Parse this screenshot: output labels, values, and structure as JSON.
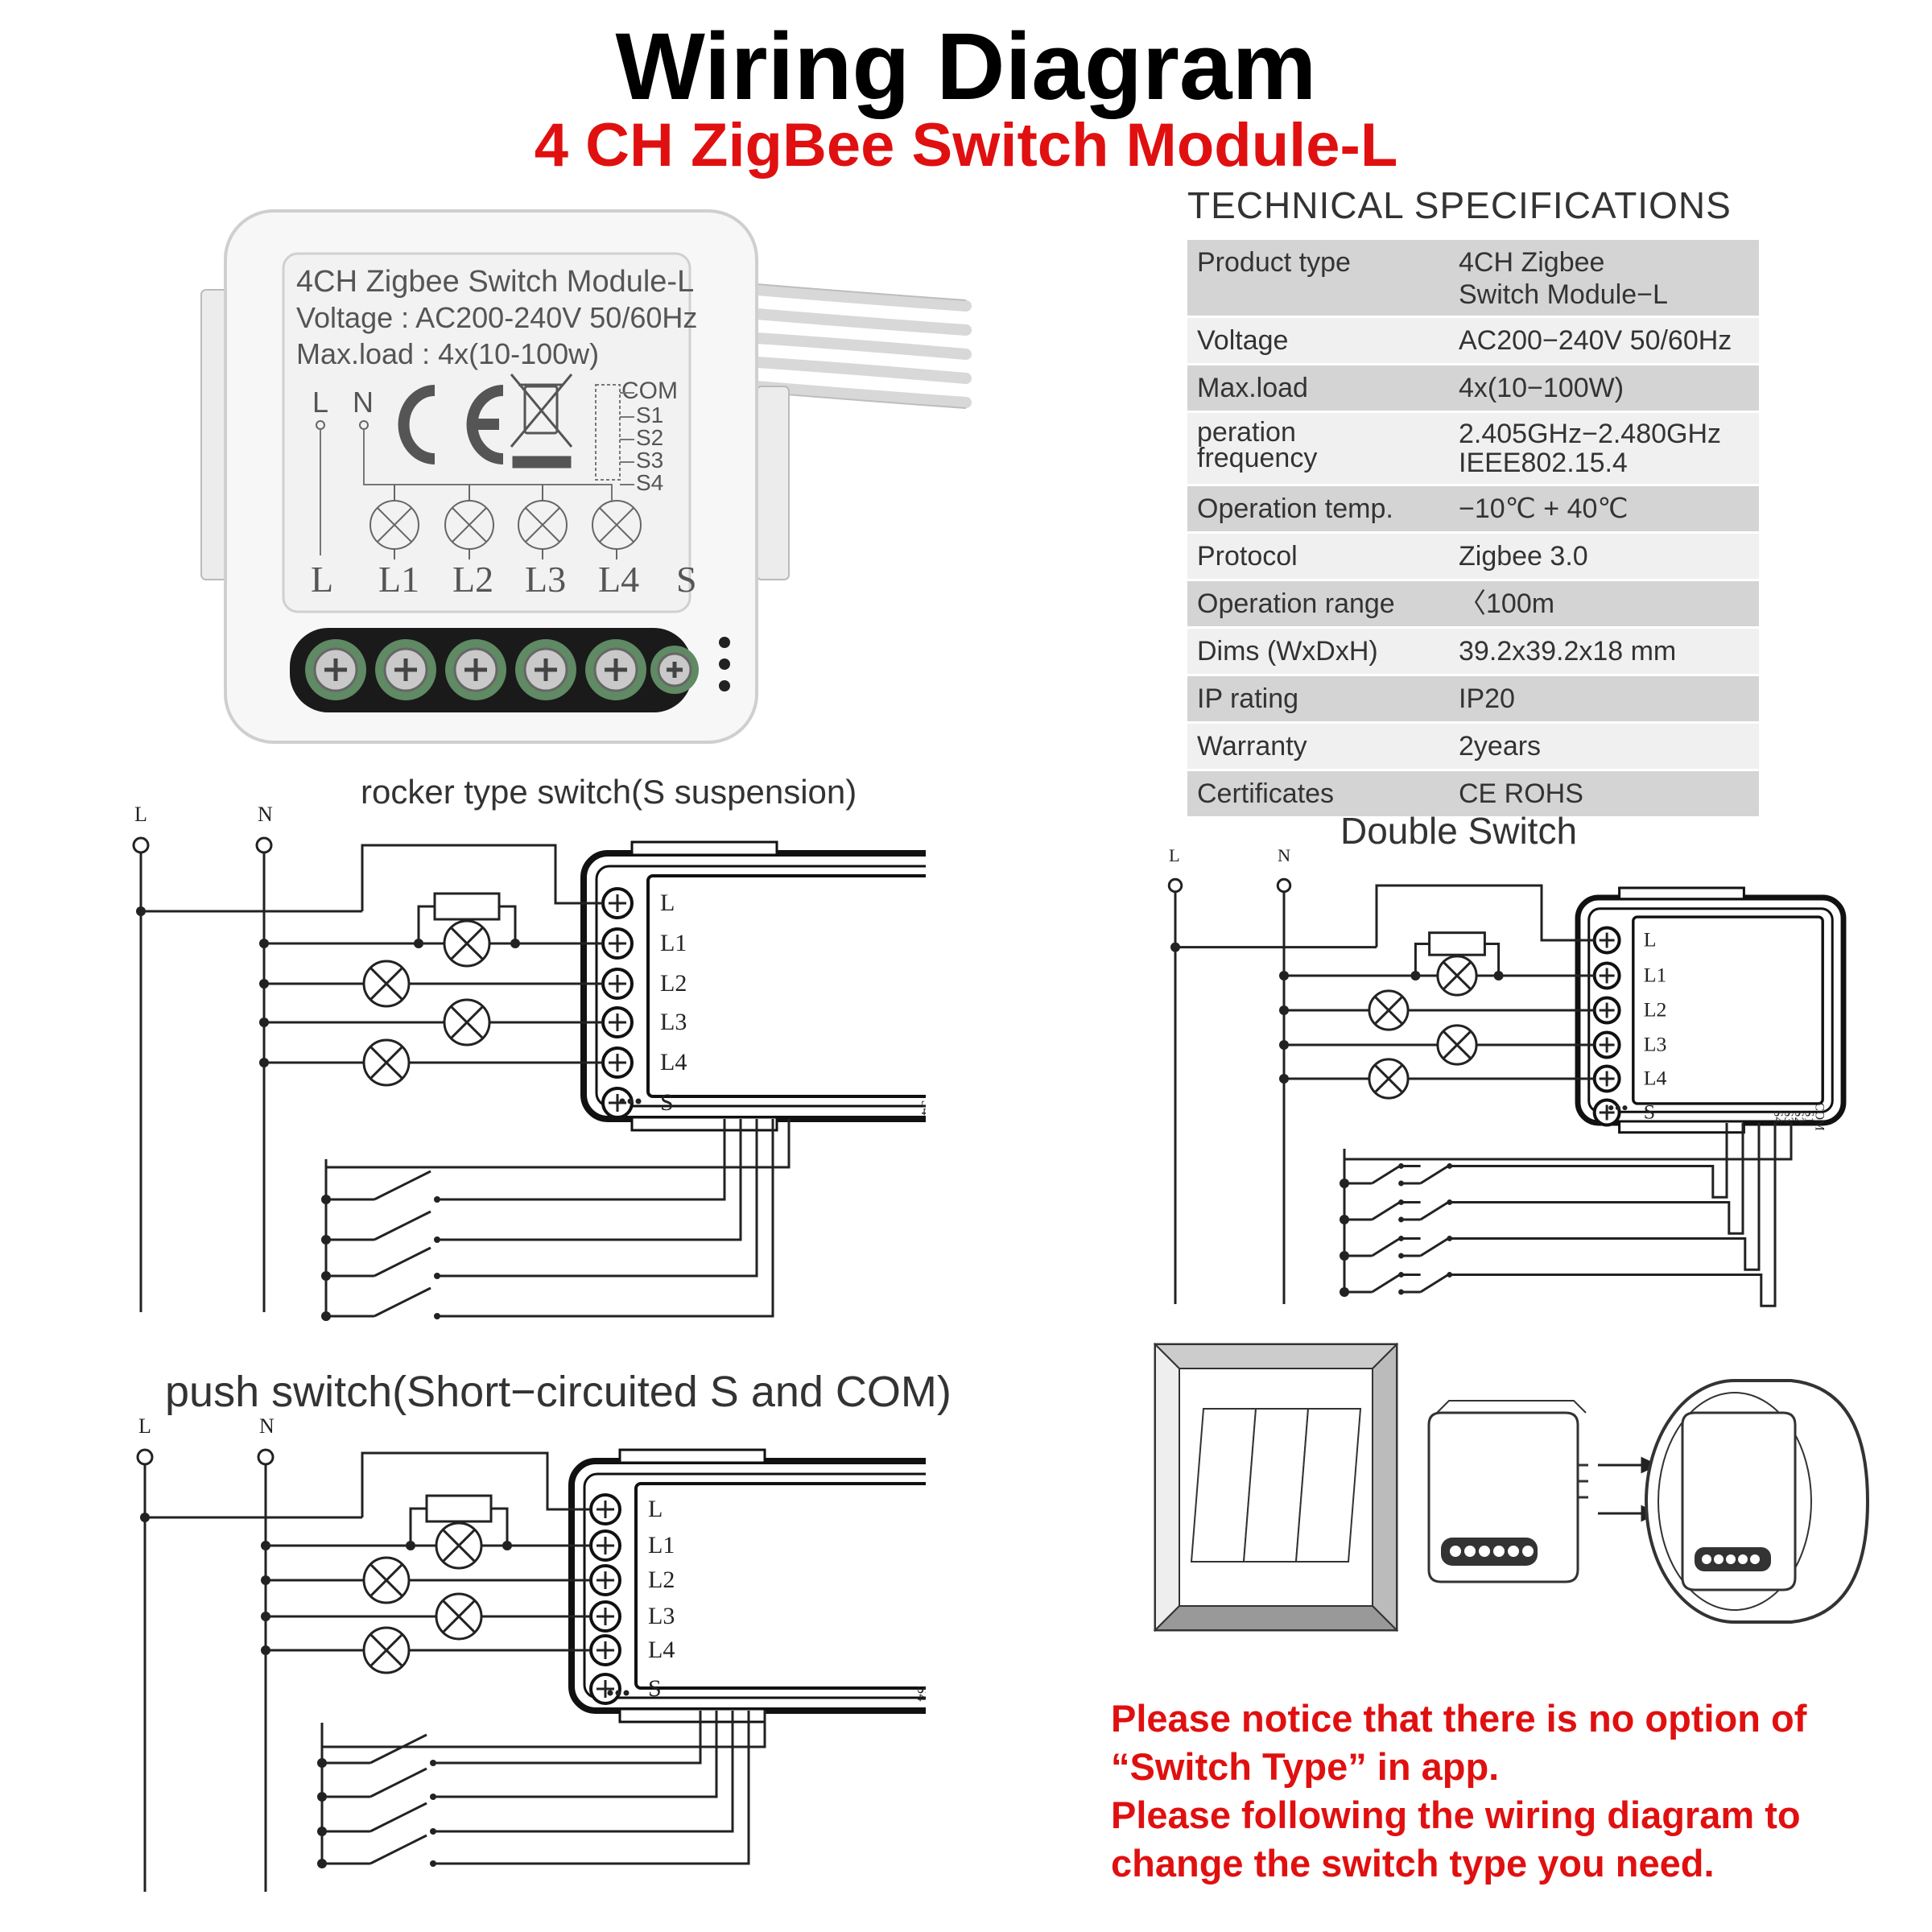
{
  "header": {
    "title": "Wiring Diagram",
    "subtitle": "4 CH ZigBee Switch Module-L"
  },
  "module_label": {
    "line1": "4CH Zigbee Switch Module-L",
    "line2": "Voltage : AC200-240V 50/60Hz",
    "line3": "Max.load : 4x(10-100w)",
    "com": "COM",
    "s_pins": [
      "S1",
      "S2",
      "S3",
      "S4"
    ],
    "top_terminals": [
      "L",
      "N"
    ],
    "bottom_terminals": [
      "L",
      "L1",
      "L2",
      "L3",
      "L4",
      "S"
    ]
  },
  "specs": {
    "title": "TECHNICAL SPECIFICATIONS",
    "rows": [
      {
        "label": "Product type",
        "value": "4CH Zigbee\nSwitch Module−L"
      },
      {
        "label": "Voltage",
        "value": "AC200−240V 50/60Hz"
      },
      {
        "label": "Max.load",
        "value": "4x(10−100W)"
      },
      {
        "label": "peration\nfrequency",
        "value": "2.405GHz−2.480GHz\nIEEE802.15.4"
      },
      {
        "label": "Operation temp.",
        "value": "−10℃ + 40℃"
      },
      {
        "label": "Protocol",
        "value": "Zigbee  3.0"
      },
      {
        "label": "Operation range",
        "value": "〈100m"
      },
      {
        "label": "Dims (WxDxH)",
        "value": "39.2x39.2x18 mm"
      },
      {
        "label": "IP rating",
        "value": "IP20"
      },
      {
        "label": "Warranty",
        "value": "2years"
      },
      {
        "label": "Certificates",
        "value": "CE ROHS"
      }
    ]
  },
  "diagrams": {
    "rocker_caption": "rocker type switch(S suspension)",
    "double_caption": "Double Switch",
    "push_caption": "push switch(Short−circuited S and COM)",
    "line_L": "L",
    "line_N": "N",
    "terminals": [
      "L",
      "L1",
      "L2",
      "L3",
      "L4",
      "S"
    ],
    "side_pins": [
      "COM",
      "S1",
      "S2",
      "S3",
      "S4"
    ]
  },
  "notice": {
    "line1": "Please notice that there is no option of",
    "line2": "“Switch Type” in app.",
    "line3": "Please following the wiring diagram to",
    "line4": "change the switch type you need."
  }
}
